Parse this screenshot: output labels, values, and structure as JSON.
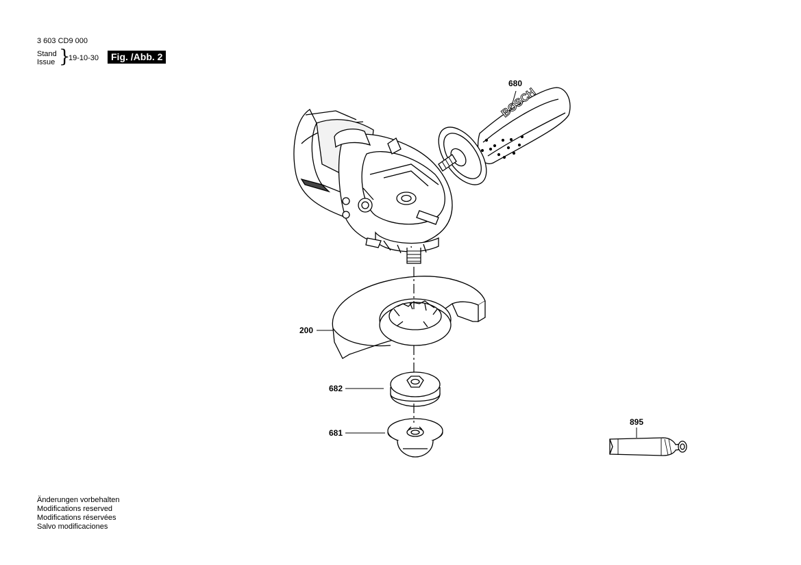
{
  "header": {
    "part_number": "3 603 CD9 000",
    "stand_label": "Stand",
    "issue_label": "Issue",
    "date": "19-10-30",
    "figure_label": "Fig. /Abb. 2"
  },
  "parts": [
    {
      "number": "680",
      "description": ""
    },
    {
      "number": "200",
      "description": ""
    },
    {
      "number": "682",
      "description": ""
    },
    {
      "number": "681",
      "description": ""
    },
    {
      "number": "895",
      "description": ""
    }
  ],
  "handle_brand": "BOSCH",
  "footer_notes": [
    "Änderungen vorbehalten",
    "Modifications reserved",
    "Modifications réservées",
    "Salvo modificaciones"
  ]
}
